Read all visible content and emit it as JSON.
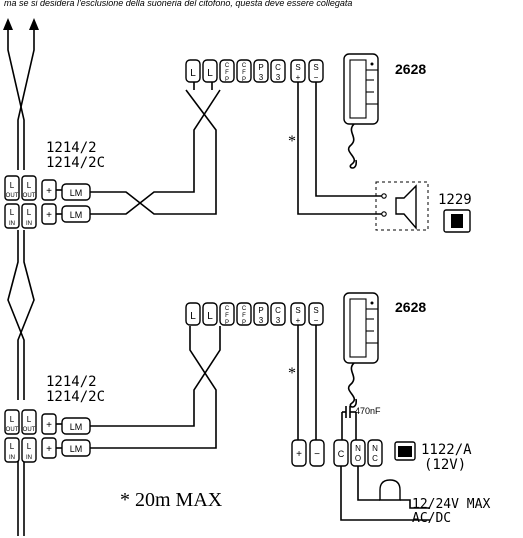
{
  "header_text": "ma se si desidera l'esclusione della suoneria del citofono, questa deve essere collegata",
  "device_2628_top": "2628",
  "device_2628_bottom": "2628",
  "device_1229": "1229",
  "device_1214_top_line1": "1214/2",
  "device_1214_top_line2": "1214/2C",
  "device_1214_bottom_line1": "1214/2",
  "device_1214_bottom_line2": "1214/2C",
  "asterisk_top": "*",
  "asterisk_bottom": "*",
  "max_note": "* 20m MAX",
  "capacitor_label": "470nF",
  "device_1122_line1": "1122/A",
  "device_1122_line2": "(12V)",
  "supply_line1": "12/24V MAX",
  "supply_line2": "AC/DC",
  "lm_label": "LM",
  "plus_label": "+",
  "minus_label": "−",
  "terminal_letters": {
    "L": "L",
    "C": "C",
    "F": "F",
    "P": "P",
    "three": "3",
    "S": "S",
    "N": "N",
    "O": "O"
  },
  "module_terminals": {
    "out_L": "L",
    "out_sub": "OUT",
    "in_L": "L",
    "in_sub": "IN"
  }
}
